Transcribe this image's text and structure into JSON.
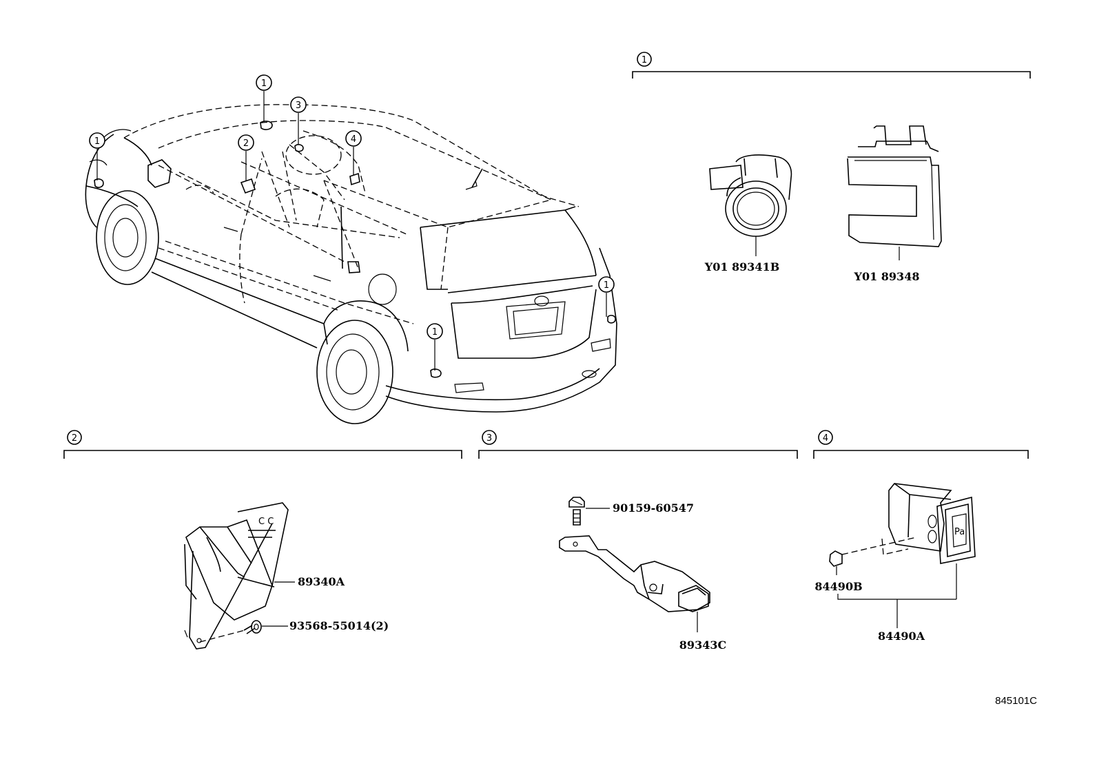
{
  "callouts": {
    "c1": "1",
    "c2": "2",
    "c3": "3",
    "c4": "4"
  },
  "parts": {
    "p1a": "Y01 89341B",
    "p1b": "Y01 89348",
    "p2a": "89340A",
    "p2b": "93568-55014(2)",
    "p3a": "90159-60547",
    "p3b": "89343C",
    "p4a": "84490B",
    "p4b": "84490A"
  },
  "figure_code": "845101C",
  "switch_label": "Pa"
}
